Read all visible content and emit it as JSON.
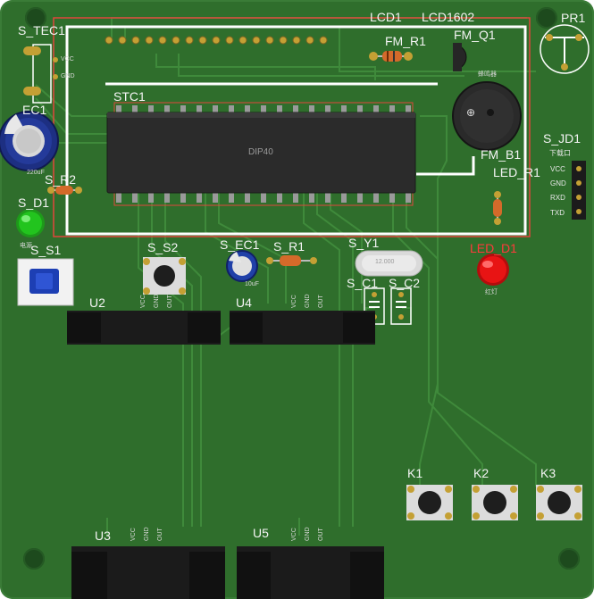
{
  "board": {
    "refs": {
      "s_tec1": "S_TEC1",
      "ec1": "EC1",
      "s_r2": "S_R2",
      "s_d1": "S_D1",
      "s_s1": "S_S1",
      "lcd1": "LCD1",
      "lcd1602": "LCD1602",
      "fm_r1": "FM_R1",
      "fm_q1": "FM_Q1",
      "pr1": "PR1",
      "stc1": "STC1",
      "fm_b1": "FM_B1",
      "s_jd1": "S_JD1",
      "led_r1": "LED_R1",
      "led_d1": "LED_D1",
      "s_s2": "S_S2",
      "s_ec1": "S_EC1",
      "s_r1": "S_R1",
      "s_y1": "S_Y1",
      "s_c1": "S_C1",
      "s_c2": "S_C2",
      "u2": "U2",
      "u4": "U4",
      "k1": "K1",
      "k2": "K2",
      "k3": "K3",
      "u3": "U3",
      "u5": "U5"
    },
    "small": {
      "vcc": "VCC",
      "gnd": "GND",
      "dip40": "DIP40",
      "ec1_val": "220uF",
      "s_ec1_val": "10uF",
      "crystal": "12.000",
      "buzzer": "蜂鸣器",
      "s_d1_label": "电源",
      "led_d1_label": "红灯",
      "download": "下载口",
      "jd_vcc": "VCC",
      "jd_gnd": "GND",
      "jd_rxd": "RXD",
      "jd_txd": "TXD",
      "u_vcc": "VCC",
      "u_gnd": "GND",
      "u_out": "OUT"
    }
  },
  "colors": {
    "pcb": "#2f6e2c",
    "trace": "#3f8a3b",
    "silk": "#ffffff",
    "outline": "#e0463c",
    "led_green": "#22c41e",
    "led_red": "#e81414"
  }
}
